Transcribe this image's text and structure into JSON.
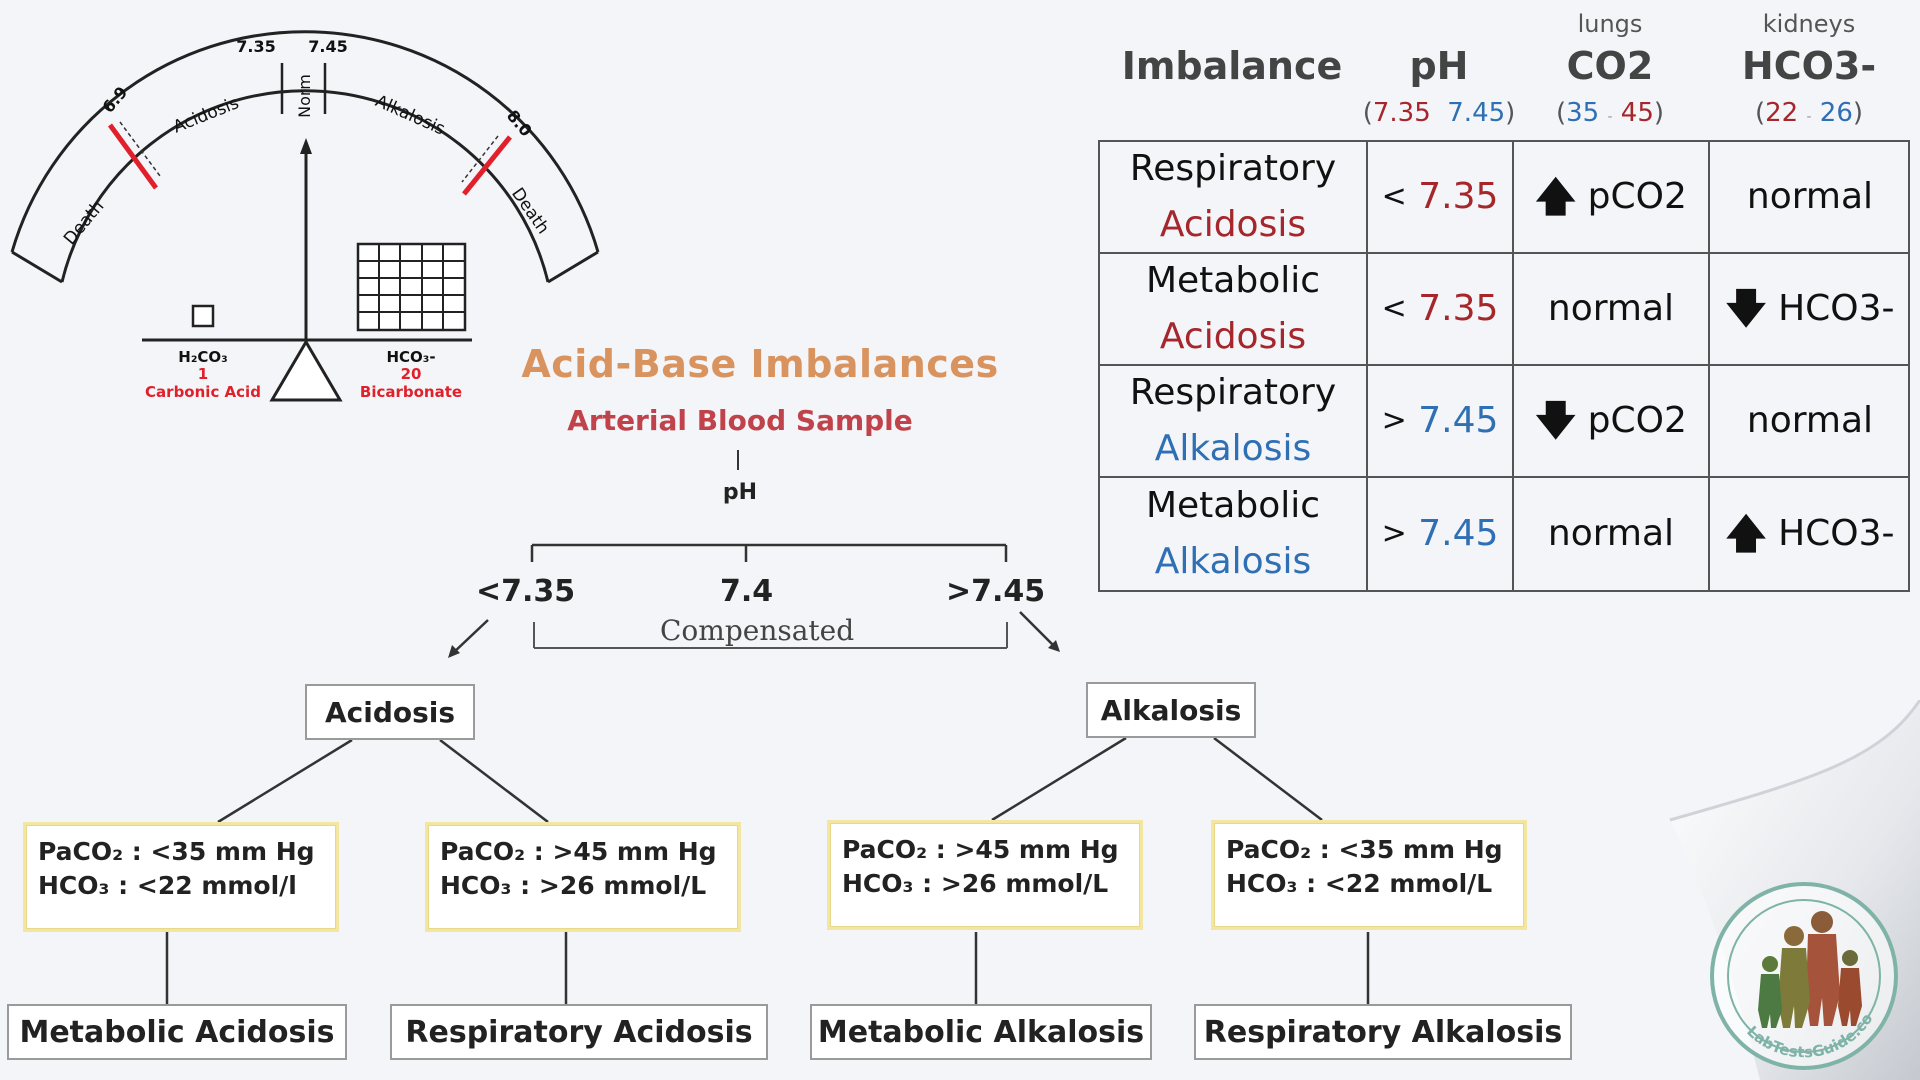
{
  "gauge": {
    "tick_low": "7.35",
    "tick_high": "7.45",
    "label_69": "6.9",
    "label_80": "8.0",
    "zone_death_left": "Death",
    "zone_acidosis": "Acidosis",
    "zone_norm": "Norm",
    "zone_alkalosis": "Alkalosis",
    "zone_death_right": "Death",
    "left_formula": "H₂CO₃",
    "left_ratio": "1",
    "left_name": "Carbonic Acid",
    "right_formula": "HCO₃-",
    "right_ratio": "20",
    "right_name": "Bicarbonate",
    "accent_red": "#e0202a"
  },
  "title": "Acid-Base Imbalances",
  "subtitle": "Arterial Blood Sample",
  "flow": {
    "root": "pH",
    "low": "<7.35",
    "mid": "7.4",
    "high": ">7.45",
    "compensated": "Compensated",
    "acidosis": "Acidosis",
    "alkalosis": "Alkalosis",
    "boxes": [
      {
        "line1": "PaCO₂ : <35 mm Hg",
        "line2": "HCO₃ : <22 mmol/l"
      },
      {
        "line1": "PaCO₂ : >45 mm Hg",
        "line2": "HCO₃ : >26 mmol/L"
      },
      {
        "line1": "PaCO₂ : >45 mm Hg",
        "line2": "HCO₃ : >26 mmol/L"
      },
      {
        "line1": "PaCO₂ : <35 mm Hg",
        "line2": "HCO₃ : <22 mmol/L"
      }
    ],
    "results": [
      "Metabolic Acidosis",
      "Respiratory Acidosis",
      "Metabolic Alkalosis",
      "Respiratory Alkalosis"
    ]
  },
  "table": {
    "headers": {
      "imbalance": "Imbalance",
      "ph": "pH",
      "co2_small": "lungs",
      "co2": "CO2",
      "hco3_small": "kidneys",
      "hco3": "HCO3-"
    },
    "ranges": {
      "ph_open": "(",
      "ph_low": "7.35",
      "ph_high": "7.45",
      "ph_close": ")",
      "co2_open": "(",
      "co2_low": "35",
      "co2_sep": "-",
      "co2_high": "45",
      "co2_close": ")",
      "hco3_open": "(",
      "hco3_low": "22",
      "hco3_sep": "-",
      "hco3_high": "26",
      "hco3_close": ")"
    },
    "rows": [
      {
        "type": "Respiratory",
        "kind": "Acidosis",
        "ph_op": "<",
        "ph_val": "7.35",
        "co2_arrow": "up-arrow",
        "co2": "pCO2",
        "hco3_arrow": "",
        "hco3": "normal"
      },
      {
        "type": "Metabolic",
        "kind": "Acidosis",
        "ph_op": "<",
        "ph_val": "7.35",
        "co2_arrow": "",
        "co2": "normal",
        "hco3_arrow": "down-arrow",
        "hco3": "HCO3-"
      },
      {
        "type": "Respiratory",
        "kind": "Alkalosis",
        "ph_op": ">",
        "ph_val": "7.45",
        "co2_arrow": "down-arrow",
        "co2": "pCO2",
        "hco3_arrow": "",
        "hco3": "normal"
      },
      {
        "type": "Metabolic",
        "kind": "Alkalosis",
        "ph_op": ">",
        "ph_val": "7.45",
        "co2_arrow": "",
        "co2": "normal",
        "hco3_arrow": "up-arrow",
        "hco3": "HCO3-"
      }
    ],
    "acid_color": "#a5262b",
    "alk_color": "#2f6fb3"
  },
  "watermark": "LabTestsGuide.com"
}
